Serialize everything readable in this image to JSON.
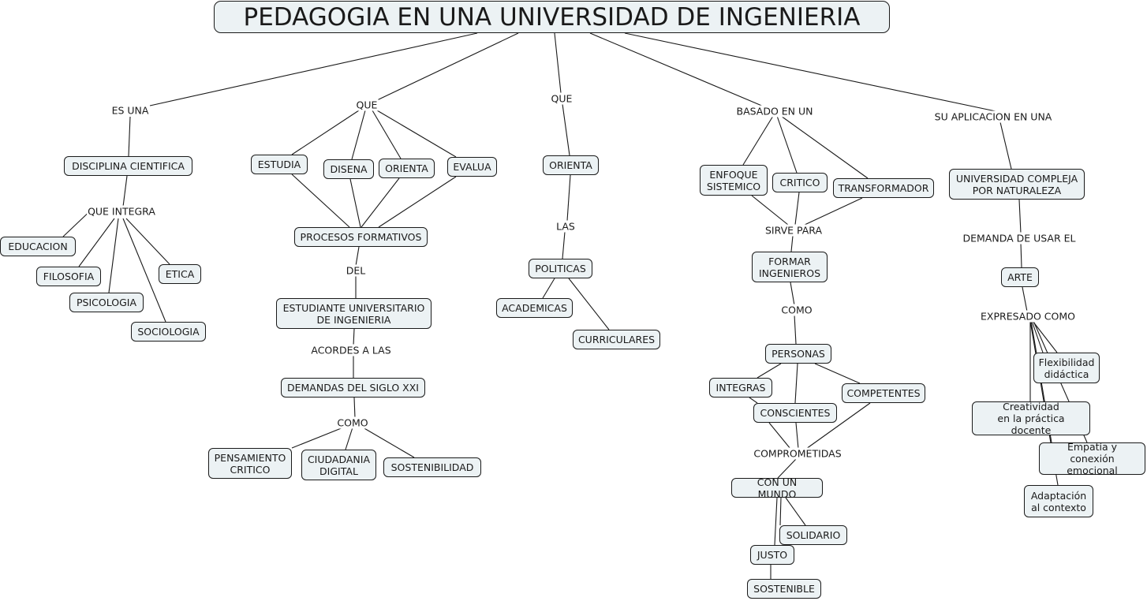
{
  "title": "PEDAGOGIA EN UNA UNIVERSIDAD DE INGENIERIA",
  "colors": {
    "node_fill": "#ecf2f4",
    "node_border": "#1a1a1a",
    "line": "#1a1a1a",
    "background": "#ffffff"
  },
  "nodes": {
    "disciplina": "DISCIPLINA CIENTIFICA",
    "educacion": "EDUCACION",
    "filosofia": "FILOSOFIA",
    "psicologia": "PSICOLOGIA",
    "etica": "ETICA",
    "sociologia": "SOCIOLOGIA",
    "estudia": "ESTUDIA",
    "disena": "DISENA",
    "orienta1": "ORIENTA",
    "evalua": "EVALUA",
    "procesos": "PROCESOS FORMATIVOS",
    "estudiante": "ESTUDIANTE UNIVERSITARIO\nDE INGENIERIA",
    "demandas": "DEMANDAS DEL SIGLO XXI",
    "pensamiento": "PENSAMIENTO\nCRITICO",
    "ciudadania": "CIUDADANIA\nDIGITAL",
    "sostenibilidad": "SOSTENIBILIDAD",
    "orienta2": "ORIENTA",
    "politicas": "POLITICAS",
    "academicas": "ACADEMICAS",
    "curriculares": "CURRICULARES",
    "enfoque": "ENFOQUE\nSISTEMICO",
    "critico": "CRITICO",
    "transformador": "TRANSFORMADOR",
    "formar": "FORMAR\nINGENIEROS",
    "personas": "PERSONAS",
    "integras": "INTEGRAS",
    "conscientes": "CONSCIENTES",
    "competentes": "COMPETENTES",
    "mundo": "CON UN MUNDO",
    "solidario": "SOLIDARIO",
    "justo": "JUSTO",
    "sostenible": "SOSTENIBLE",
    "universidad": "UNIVERSIDAD COMPLEJA\nPOR NATURALEZA",
    "arte": "ARTE",
    "flexibilidad": "Flexibilidad\ndidáctica",
    "creatividad": "Creatividad\nen la práctica docente",
    "empatia": "Empatía y\nconexión emocional",
    "adaptacion": "Adaptación\nal contexto"
  },
  "linking_phrases": {
    "es_una": "ES UNA",
    "que_integra": "QUE INTEGRA",
    "que1": "QUE",
    "del": "DEL",
    "acordes": "ACORDES A LAS",
    "como1": "COMO",
    "que2": "QUE",
    "las": "LAS",
    "basado": "BASADO EN UN",
    "sirve": "SIRVE PARA",
    "como2": "COMO",
    "comprometidas": "COMPROMETIDAS",
    "aplicacion": "SU APLICACION EN UNA",
    "demanda": "DEMANDA DE USAR EL",
    "expresado": "EXPRESADO COMO"
  }
}
